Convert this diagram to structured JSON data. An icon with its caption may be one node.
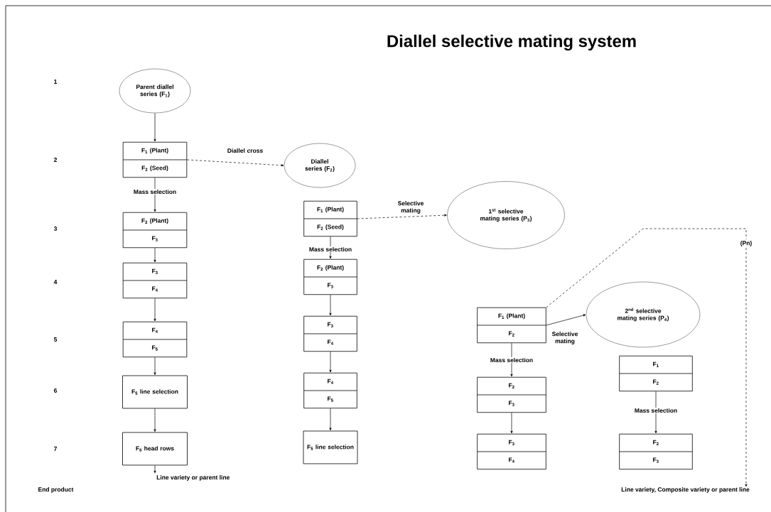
{
  "diagram": {
    "title": "Diallel selective mating system",
    "nodes": [
      {
        "text": [
          "Parent diallel series (F$_{1}$)"
        ]
      },
      {
        "text": [
          "F$_{1}$ (Plant)",
          "F$_{2}$ (Seed)"
        ]
      },
      {
        "text": [
          "Diallel series (F$_{2}$)"
        ]
      },
      {
        "text": [
          "F$_{2}$ (Plant)",
          "F$_{3}$"
        ]
      },
      {
        "text": [
          "F$_{1}$ (Plant)",
          "F$_{2}$ (Seed)"
        ]
      },
      {
        "text": [
          "1$^{st}$ selective mating series (P$_{3}$)"
        ]
      },
      {
        "text": [
          "F$_{3}$",
          "F$_{4}$"
        ]
      },
      {
        "text": [
          "F$_{2}$ (Plant)",
          "F$_{3}$"
        ]
      },
      {
        "text": [
          "F$_{1}$ (Plant)",
          "F$_{2}$"
        ]
      },
      {
        "text": [
          "2$^{nd}$ selective mating series (P$_{4}$)"
        ]
      },
      {
        "text": [
          "F$_{4}$",
          "F$_{5}$"
        ]
      },
      {
        "text": [
          "F$_{3}$",
          "F$_{4}$"
        ]
      },
      {
        "text": [
          "F$_{5}$ line selection"
        ]
      },
      {
        "text": [
          "F$_{4}$",
          "F$_{5}$"
        ]
      },
      {
        "text": [
          "F$_{2}$",
          "F$_{3}$"
        ]
      },
      {
        "text": [
          "F$_{1}$",
          "F$_{2}$"
        ]
      },
      {
        "text": [
          "F$_{6}$ head rows"
        ]
      },
      {
        "text": [
          "F$_{5}$ line selection"
        ]
      },
      {
        "text": [
          "F$_{3}$",
          "F$_{4}$"
        ]
      },
      {
        "text": [
          "F$_{2}$",
          "F$_{3}$"
        ]
      },
      {
        "text": [
          "Line variety or parent line"
        ]
      },
      {
        "text": [
          "(Pn)"
        ]
      },
      {
        "text": [
          "Line variety, Composite variety or parent line"
        ]
      }
    ],
    "edges": [
      {
        "from": 0,
        "to": 1,
        "arrow": "to"
      },
      {
        "from": 1,
        "to": 2,
        "arrow": "to",
        "label": "Diallel cross",
        "style": "dashed"
      },
      {
        "from": 1,
        "to": 3,
        "arrow": "to",
        "label": "Mass selection"
      },
      {
        "from": 3,
        "to": 6,
        "arrow": "to"
      },
      {
        "from": 6,
        "to": 10,
        "arrow": "to"
      },
      {
        "from": 10,
        "to": 12,
        "arrow": "to"
      },
      {
        "from": 12,
        "to": 16,
        "arrow": "to"
      },
      {
        "from": 16,
        "to": 20,
        "arrow": "to"
      },
      {
        "from": 4,
        "to": 5,
        "arrow": "to",
        "label": "Selective mating",
        "style": "dashed"
      },
      {
        "from": 4,
        "to": 7,
        "arrow": "to",
        "label": "Mass selection"
      },
      {
        "from": 7,
        "to": 11,
        "arrow": "to"
      },
      {
        "from": 11,
        "to": 13,
        "arrow": "to"
      },
      {
        "from": 13,
        "to": 17,
        "arrow": "to"
      },
      {
        "from": 8,
        "to": 9,
        "arrow": "to",
        "label": "Selective mating"
      },
      {
        "from": 8,
        "to": 14,
        "arrow": "to",
        "label": "Mass selection"
      },
      {
        "from": 14,
        "to": 18,
        "arrow": "to"
      },
      {
        "from": 15,
        "to": 19,
        "arrow": "to",
        "label": "Mass selection"
      },
      {
        "from": 8,
        "to": 21,
        "arrow": "none",
        "style": "dashed"
      },
      {
        "from": 21,
        "to": 22,
        "arrow": "to",
        "style": "dashed"
      }
    ],
    "labels": [
      "1",
      "2",
      "3",
      "4",
      "5",
      "6",
      "7",
      "End product"
    ]
  }
}
